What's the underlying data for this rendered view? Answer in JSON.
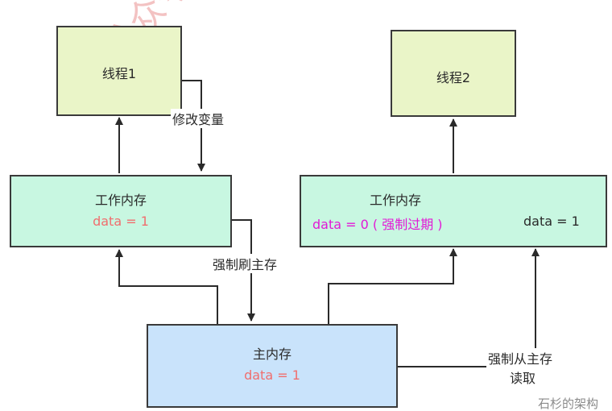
{
  "thread1": {
    "title": "线程1"
  },
  "thread2": {
    "title": "线程2"
  },
  "work_mem_1": {
    "title": "工作内存",
    "value": "data = 1"
  },
  "work_mem_2": {
    "title": "工作内存",
    "value_before": "data = 0 ( 强制过期 )",
    "value_after": "data = 1"
  },
  "main_memory": {
    "title": "主内存",
    "value": "data = 1"
  },
  "labels": {
    "modify": "修改变量",
    "flush": "强制刷主存",
    "read_line1": "强制从主存",
    "read_line2": "读取"
  },
  "watermark": {
    "text": "公众号：",
    "brand": "石杉的架构"
  },
  "colors": {
    "thread_fill": "#eaf5c8",
    "work_fill": "#c8f7e1",
    "main_fill": "#c9e3fb",
    "value_red": "#f06e6e",
    "expired_magenta": "#e21ad6",
    "arrow_fill": "#f48a8a"
  }
}
